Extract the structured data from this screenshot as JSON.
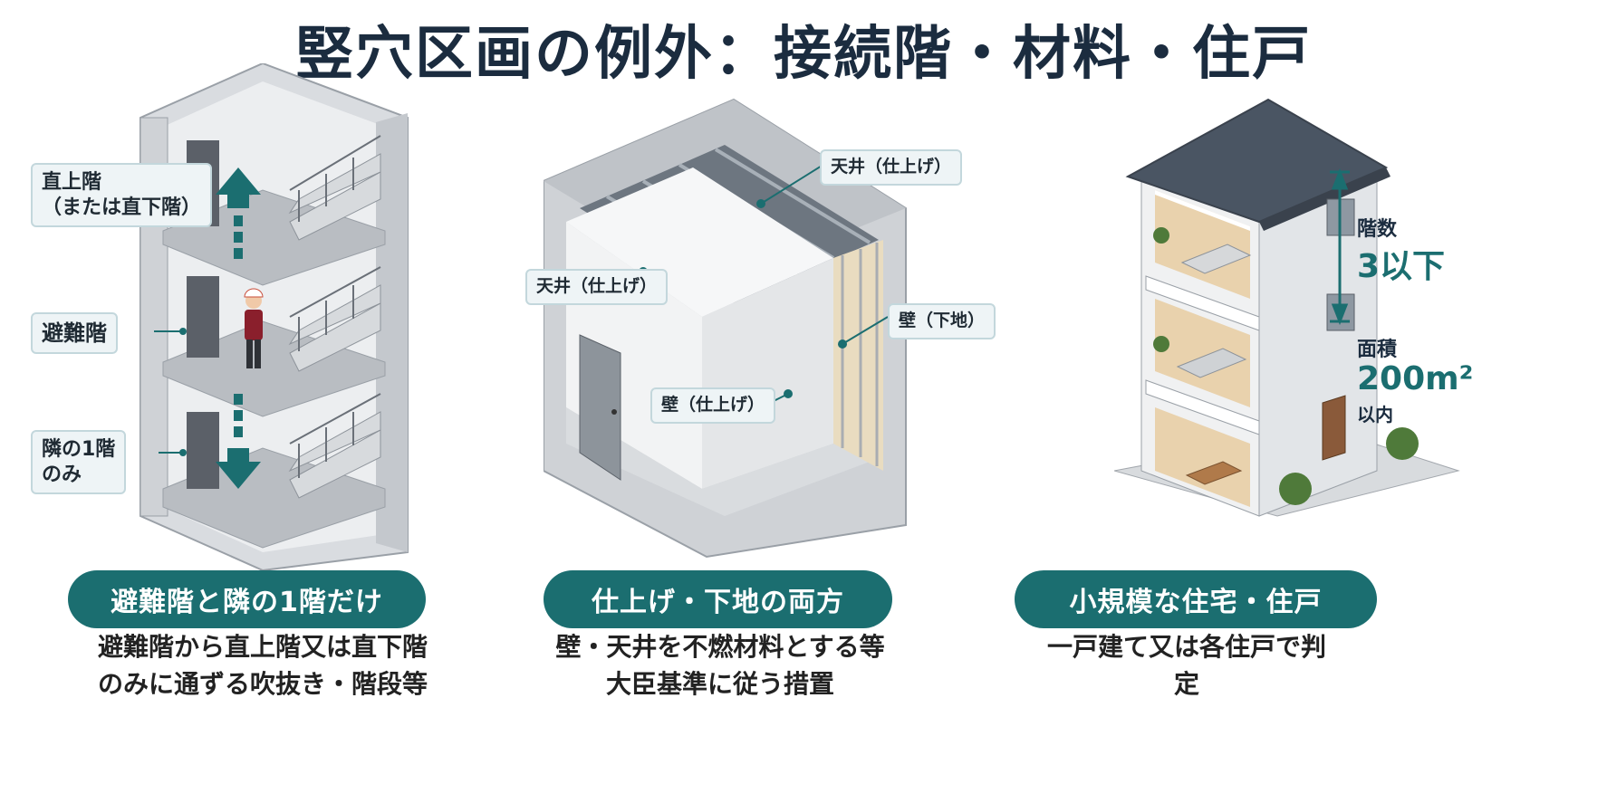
{
  "title": "竪穴区画の例外：接続階・材料・住戸",
  "colors": {
    "accent": "#1b6e70",
    "title": "#1b2c3f",
    "roof": "#4a5563",
    "concrete": "#c9ccd1",
    "floor_wood": "#e9d2ad"
  },
  "panel1": {
    "callouts": {
      "upper": "直上階",
      "upper_sub": "（または直下階）",
      "evac": "避難階",
      "adjacent": "隣の1階",
      "adjacent_sub": "のみ"
    },
    "badge": "避難階と隣の1階だけ",
    "desc_line1": "避難階から直上階又は直下階",
    "desc_line2": "のみに通ずる吹抜き・階段等",
    "icons": [
      "arrow-up-icon",
      "arrow-down-icon",
      "person-icon",
      "stairs-icon",
      "door-icon"
    ]
  },
  "panel2": {
    "callouts": {
      "ceiling_base": "天井（仕上げ）",
      "ceiling_finish": "天井（仕上げ）",
      "wall_base": "壁（下地）",
      "wall_finish": "壁（仕上げ）"
    },
    "badge": "仕上げ・下地の両方",
    "desc_line1": "壁・天井を不燃材料とする等",
    "desc_line2": "大臣基準に従う措置"
  },
  "panel3": {
    "floors_label": "階数",
    "floors_value": "3以下",
    "area_label": "面積",
    "area_value": "200m²",
    "area_suffix": "以内",
    "badge": "小規模な住宅・住戸",
    "desc_line1": "一戸建て又は各住戸で判定"
  }
}
